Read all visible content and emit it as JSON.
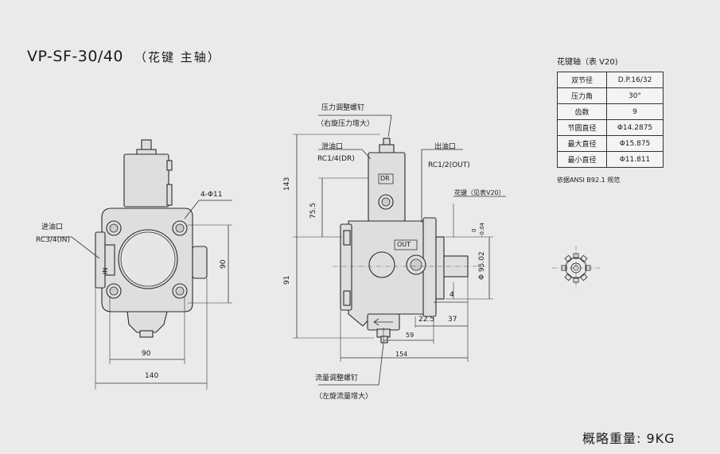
{
  "title": {
    "model": "VP-SF-30/40",
    "subtitle": "（花键 主轴）"
  },
  "weight": "概略重量: 9KG",
  "spline": {
    "title": "花键轴（表 V20)",
    "rows": [
      {
        "key": "双节径",
        "value": "D.P.16/32"
      },
      {
        "key": "压力角",
        "value": "30°"
      },
      {
        "key": "齿数",
        "value": "9"
      },
      {
        "key": "节圆直径",
        "value": "Φ14.2875"
      },
      {
        "key": "最大直径",
        "value": "Φ15.875"
      },
      {
        "key": "最小直径",
        "value": "Φ11.811"
      }
    ],
    "note": "依据ANSI B92.1 规范"
  },
  "labels": {
    "pressure_screw": "压力调整螺钉",
    "pressure_screw_note": "（右旋压力增大）",
    "drain": "泄油口",
    "drain_size": "RC1/4(DR)",
    "outlet": "出油口",
    "outlet_size": "RC1/2(OUT)",
    "spline_ref": "花键（见表V20）",
    "inlet": "进油口",
    "inlet_size": "RC3/4(IN)",
    "flow_screw": "流量调整螺钉",
    "flow_screw_note": "（左旋流量增大）",
    "holes": "4-Φ11",
    "dr_mark": "DR",
    "out_mark": "OUT",
    "in_mark": "IN"
  },
  "dimensions": {
    "d143": "143",
    "d75_5": "75.5",
    "d91": "91",
    "d90_side": "90",
    "d90_bottom": "90",
    "d140": "140",
    "d154": "154",
    "d59": "59",
    "d22_5": "22.5",
    "d37": "37",
    "d4": "4",
    "shaft_dia": "Φ 95.02",
    "tol_upper": "0",
    "tol_lower": "-0.04"
  }
}
